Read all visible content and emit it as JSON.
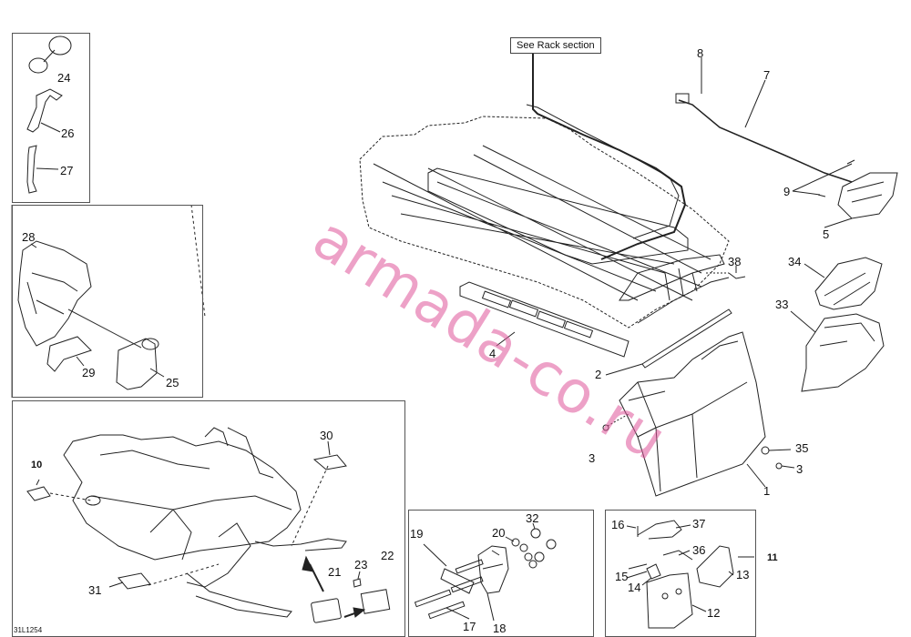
{
  "diagram": {
    "callout_rack": "See Rack section",
    "ref_code": "31L1254",
    "watermark": "armada-co.ru",
    "parts": {
      "p1": "1",
      "p2": "2",
      "p3a": "3",
      "p3b": "3",
      "p4": "4",
      "p5": "5",
      "p7": "7",
      "p8": "8",
      "p9": "9",
      "p10": "10",
      "p11": "11",
      "p12": "12",
      "p13": "13",
      "p14": "14",
      "p15": "15",
      "p16": "16",
      "p17": "17",
      "p18": "18",
      "p19": "19",
      "p20": "20",
      "p21": "21",
      "p22": "22",
      "p23": "23",
      "p24": "24",
      "p25": "25",
      "p26": "26",
      "p27": "27",
      "p28": "28",
      "p29": "29",
      "p30": "30",
      "p31": "31",
      "p32": "32",
      "p33": "33",
      "p34": "34",
      "p35": "35",
      "p36": "36",
      "p37": "37",
      "p38": "38"
    }
  }
}
